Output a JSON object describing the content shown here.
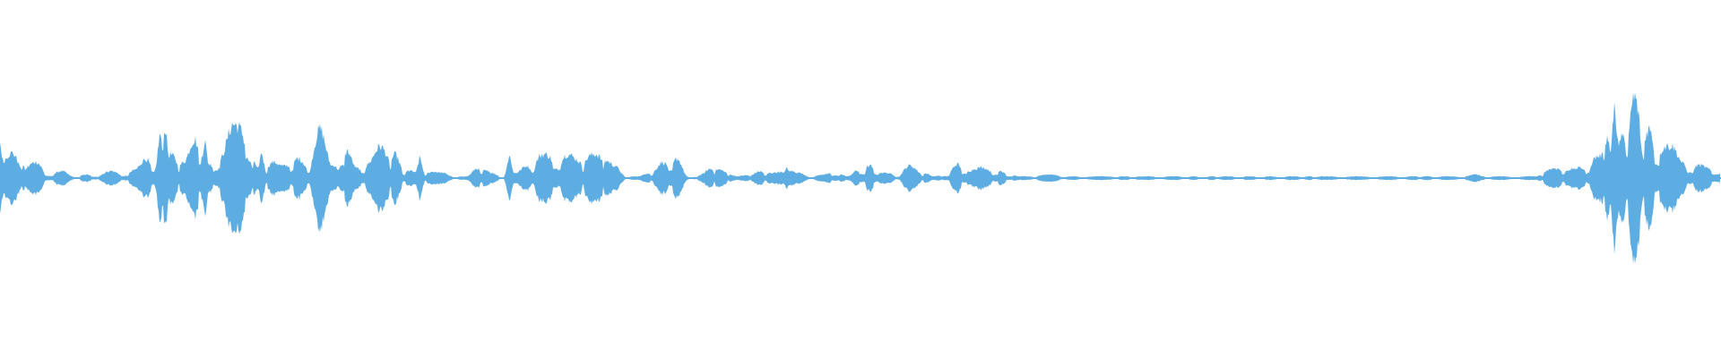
{
  "waveform": {
    "color": "#5dade2",
    "background": "#ffffff",
    "peaks": [
      0.1,
      0.14,
      0.07,
      0.09,
      0.03,
      0.04,
      0.01,
      0.02,
      0.02,
      0.04,
      0.03,
      0.05,
      0.12,
      0.06,
      0.14,
      0.1,
      0.25,
      0.08,
      0.16,
      0.3,
      0.32,
      0.05,
      0.1,
      0.07,
      0.12,
      0.08,
      0.28,
      0.08,
      0.2,
      0.06,
      0.1,
      0.18,
      0.14,
      0.05,
      0.03,
      0.04,
      0.03,
      0.01,
      0.01,
      0.07,
      0.03,
      0.01,
      0.03,
      0.08,
      0.13,
      0.14,
      0.14,
      0.11,
      0.13,
      0.14,
      0.07,
      0.01,
      0.01,
      0.04,
      0.09,
      0.12,
      0.01,
      0.02,
      0.06,
      0.04,
      0.01,
      0.02,
      0.04,
      0.03,
      0.05,
      0.03,
      0.01,
      0.02,
      0.04,
      0.01,
      0.06,
      0.07,
      0.03,
      0.02,
      0.07,
      0.04,
      0.01,
      0.03,
      0.08,
      0.05,
      0.06,
      0.05,
      0.03,
      0.01,
      0.01,
      0.02,
      0.02,
      0.01,
      0.01,
      0.01,
      0.01,
      0.01,
      0.01,
      0.01,
      0.01,
      0.01,
      0.01,
      0.01,
      0.01,
      0.01,
      0.01,
      0.01,
      0.01,
      0.01,
      0.01,
      0.01,
      0.01,
      0.01,
      0.01,
      0.01,
      0.01,
      0.01,
      0.01,
      0.01,
      0.01,
      0.01,
      0.01,
      0.01,
      0.01,
      0.01,
      0.02,
      0.01,
      0.01,
      0.01,
      0.01,
      0.01,
      0.05,
      0.06,
      0.05,
      0.07,
      0.12,
      0.22,
      0.2,
      0.45,
      0.28,
      0.22,
      0.18,
      0.1,
      0.08,
      0.06,
      0.06
    ],
    "landmarks": [
      {
        "t": 0.0,
        "a": 0.2
      },
      {
        "t": 0.0135,
        "a": 0.07
      },
      {
        "t": 0.093,
        "a": 0.26
      },
      {
        "t": 0.096,
        "a": 0.3
      },
      {
        "t": 0.119,
        "a": 0.22
      },
      {
        "t": 0.135,
        "a": 0.2
      },
      {
        "t": 0.152,
        "a": 0.15
      },
      {
        "t": 0.244,
        "a": 0.12
      },
      {
        "t": 0.296,
        "a": 0.13
      },
      {
        "t": 0.457,
        "a": 0.06
      },
      {
        "t": 0.934,
        "a": 0.27
      },
      {
        "t": 0.938,
        "a": 0.43
      },
      {
        "t": 0.943,
        "a": 0.3
      },
      {
        "t": 0.953,
        "a": 0.22
      }
    ]
  }
}
